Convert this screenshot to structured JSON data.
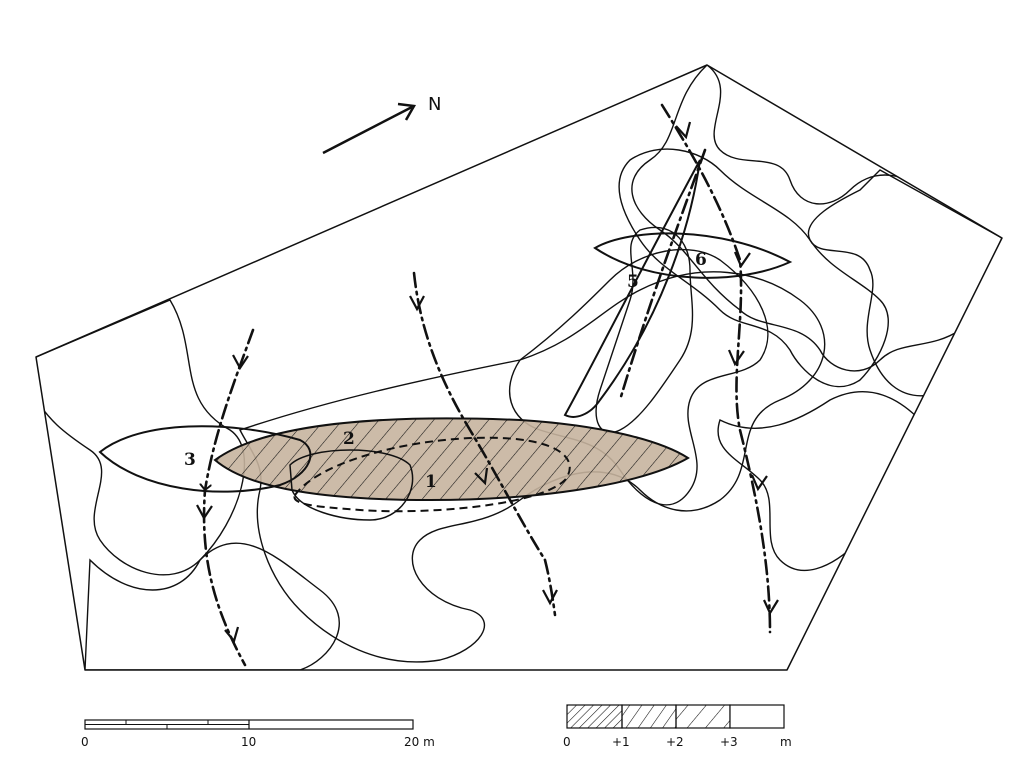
{
  "north": {
    "label": "N"
  },
  "features": [
    {
      "id": "1",
      "label": "1"
    },
    {
      "id": "2",
      "label": "2"
    },
    {
      "id": "3",
      "label": "3"
    },
    {
      "id": "5",
      "label": "5"
    },
    {
      "id": "6",
      "label": "6"
    }
  ],
  "scale_bar": {
    "ticks": [
      "0",
      "10",
      "20 m"
    ]
  },
  "elevation_legend": {
    "ticks": [
      "0",
      "+1",
      "+2",
      "+3",
      "m"
    ],
    "classes": [
      "0 to +1",
      "+1 to +2",
      "+2 to +3",
      "above +3"
    ]
  },
  "colors": {
    "highlight": "#c6b49e",
    "ink": "#111111"
  }
}
